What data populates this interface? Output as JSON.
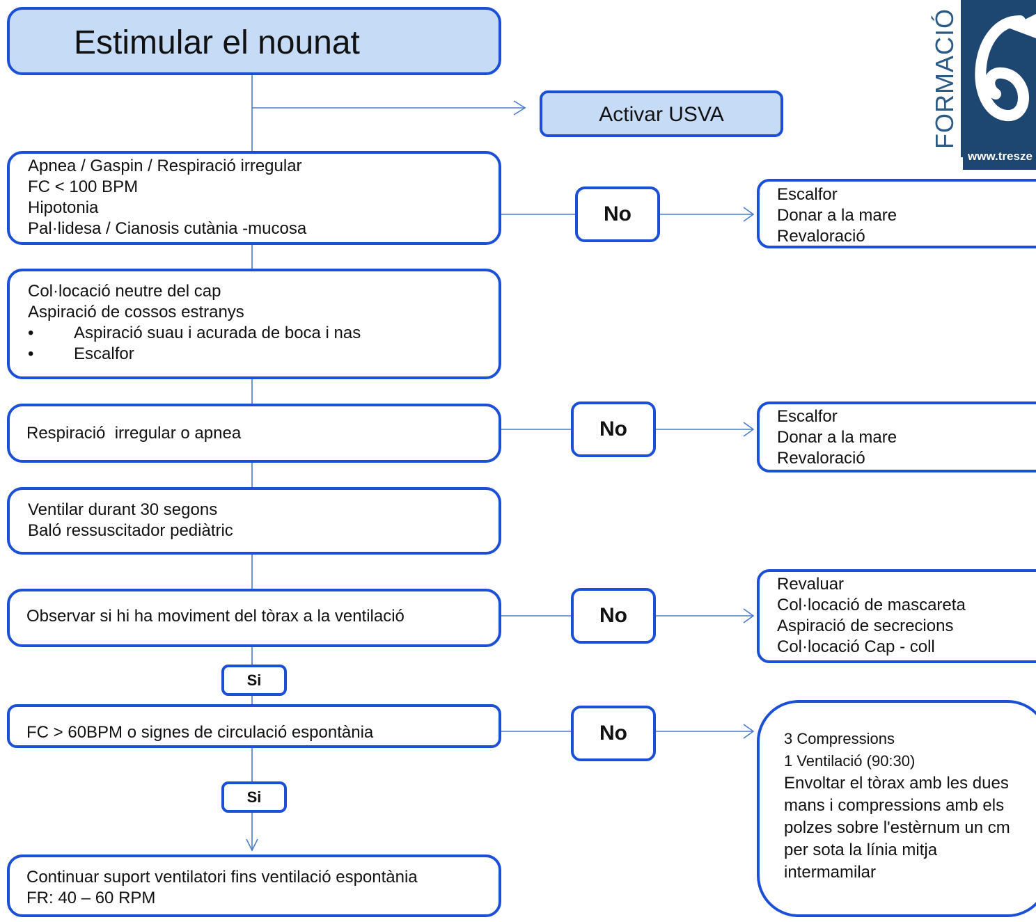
{
  "title": "Estimular el nounat",
  "activate": "Activar USVA",
  "logo": {
    "word": "FORMACIÓ",
    "url": "www.tresze",
    "color": "#1d4670"
  },
  "steps": {
    "s1": [
      "Apnea / Gaspin / Respiració irregular",
      "FC < 100 BPM",
      "Hipotonia",
      "Pal·lidesa / Cianosis cutània -mucosa"
    ],
    "s2": {
      "lines": [
        "Col·locació neutre del cap",
        "Aspiració de cossos estranys"
      ],
      "bullets": [
        "Aspiració suau i acurada de boca i nas",
        "Escalfor"
      ]
    },
    "s3": "Respiració  irregular o apnea",
    "s4": [
      "Ventilar durant 30 segons",
      "Baló ressuscitador pediàtric"
    ],
    "s5": "Observar si hi ha moviment del tòrax a la ventilació",
    "s6": "FC > 60BPM o signes de circulació espontània",
    "s7": [
      "Continuar suport ventilatori fins ventilació espontània",
      "FR: 40 – 60 RPM"
    ]
  },
  "labels": {
    "no": "No",
    "si": "Si"
  },
  "outcomes": {
    "o1": [
      "Escalfor",
      "Donar a la mare",
      "Revaloració"
    ],
    "o2": [
      "Escalfor",
      "Donar a la mare",
      "Revaloració"
    ],
    "o3": [
      "Revaluar",
      "Col·locació de mascareta",
      "Aspiració de secrecions",
      "Col·locació Cap - coll"
    ],
    "o4": [
      "3 Compressions",
      "1 Ventilació (90:30)",
      "Envoltar el tòrax amb les dues",
      "mans i compressions amb els",
      "polzes sobre l'estèrnum un cm",
      "per sota la línia mitja",
      "intermamilar"
    ]
  },
  "colors": {
    "border": "#1a4fd6",
    "fill": "#c6dbf5",
    "line": "#4a7cc9"
  }
}
